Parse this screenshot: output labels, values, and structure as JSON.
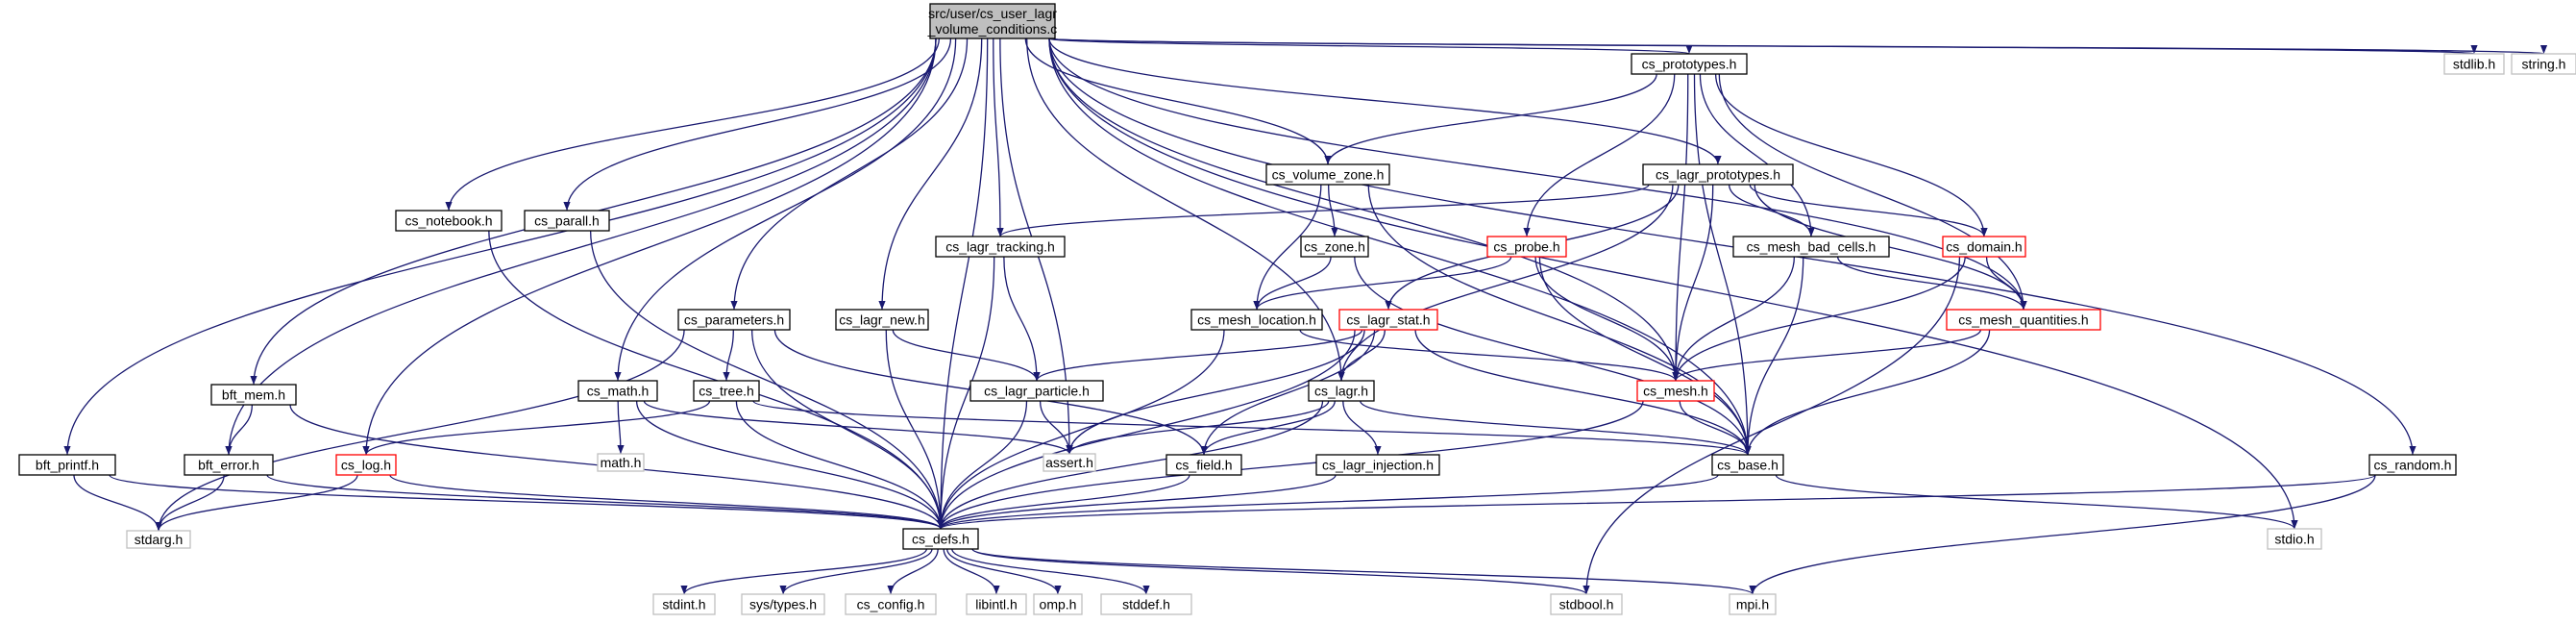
{
  "colors": {
    "edge": "#191970",
    "border_default": "#000000",
    "border_incomplete": "#ff0000",
    "border_system": "#bfbfbf",
    "root_fill": "#bfbfbf",
    "fill": "#ffffff",
    "text_system": "#7f7f7f"
  },
  "nodes": [
    {
      "id": "root",
      "label": [
        "src/user/cs_user_lagr",
        "_volume_conditions.c"
      ],
      "kind": "root"
    },
    {
      "id": "bft_printf",
      "label": [
        "bft_printf.h"
      ],
      "kind": "normal"
    },
    {
      "id": "bft_mem",
      "label": [
        "bft_mem.h"
      ],
      "kind": "normal"
    },
    {
      "id": "bft_error",
      "label": [
        "bft_error.h"
      ],
      "kind": "normal"
    },
    {
      "id": "cs_log",
      "label": [
        "cs_log.h"
      ],
      "kind": "incomplete"
    },
    {
      "id": "cs_notebook",
      "label": [
        "cs_notebook.h"
      ],
      "kind": "normal"
    },
    {
      "id": "cs_parall",
      "label": [
        "cs_parall.h"
      ],
      "kind": "normal"
    },
    {
      "id": "cs_parameters",
      "label": [
        "cs_parameters.h"
      ],
      "kind": "normal"
    },
    {
      "id": "cs_tree",
      "label": [
        "cs_tree.h"
      ],
      "kind": "normal"
    },
    {
      "id": "cs_math",
      "label": [
        "cs_math.h"
      ],
      "kind": "normal"
    },
    {
      "id": "math",
      "label": [
        "math.h"
      ],
      "kind": "system"
    },
    {
      "id": "cs_lagr_new",
      "label": [
        "cs_lagr_new.h"
      ],
      "kind": "normal"
    },
    {
      "id": "cs_lagr_tracking",
      "label": [
        "cs_lagr_tracking.h"
      ],
      "kind": "normal"
    },
    {
      "id": "cs_lagr_particle",
      "label": [
        "cs_lagr_particle.h"
      ],
      "kind": "normal"
    },
    {
      "id": "assert",
      "label": [
        "assert.h"
      ],
      "kind": "system"
    },
    {
      "id": "cs_volume_zone",
      "label": [
        "cs_volume_zone.h"
      ],
      "kind": "normal"
    },
    {
      "id": "cs_zone",
      "label": [
        "cs_zone.h"
      ],
      "kind": "normal"
    },
    {
      "id": "cs_mesh_location",
      "label": [
        "cs_mesh_location.h"
      ],
      "kind": "normal"
    },
    {
      "id": "cs_prototypes",
      "label": [
        "cs_prototypes.h"
      ],
      "kind": "normal"
    },
    {
      "id": "cs_lagr_prototypes",
      "label": [
        "cs_lagr_prototypes.h"
      ],
      "kind": "normal"
    },
    {
      "id": "cs_probe",
      "label": [
        "cs_probe.h"
      ],
      "kind": "incomplete"
    },
    {
      "id": "cs_lagr_stat",
      "label": [
        "cs_lagr_stat.h"
      ],
      "kind": "incomplete"
    },
    {
      "id": "cs_lagr",
      "label": [
        "cs_lagr.h"
      ],
      "kind": "normal"
    },
    {
      "id": "cs_field",
      "label": [
        "cs_field.h"
      ],
      "kind": "normal"
    },
    {
      "id": "cs_lagr_injection",
      "label": [
        "cs_lagr_injection.h"
      ],
      "kind": "normal"
    },
    {
      "id": "cs_mesh",
      "label": [
        "cs_mesh.h"
      ],
      "kind": "incomplete"
    },
    {
      "id": "cs_mesh_bad_cells",
      "label": [
        "cs_mesh_bad_cells.h"
      ],
      "kind": "normal"
    },
    {
      "id": "cs_domain",
      "label": [
        "cs_domain.h"
      ],
      "kind": "incomplete"
    },
    {
      "id": "cs_mesh_quantities",
      "label": [
        "cs_mesh_quantities.h"
      ],
      "kind": "incomplete"
    },
    {
      "id": "cs_base",
      "label": [
        "cs_base.h"
      ],
      "kind": "normal"
    },
    {
      "id": "cs_random",
      "label": [
        "cs_random.h"
      ],
      "kind": "normal"
    },
    {
      "id": "stdlib",
      "label": [
        "stdlib.h"
      ],
      "kind": "system"
    },
    {
      "id": "string",
      "label": [
        "string.h"
      ],
      "kind": "system"
    },
    {
      "id": "stdio",
      "label": [
        "stdio.h"
      ],
      "kind": "system"
    },
    {
      "id": "cs_defs",
      "label": [
        "cs_defs.h"
      ],
      "kind": "normal"
    },
    {
      "id": "stdarg",
      "label": [
        "stdarg.h"
      ],
      "kind": "system"
    },
    {
      "id": "stdint",
      "label": [
        "stdint.h"
      ],
      "kind": "system"
    },
    {
      "id": "sys_types",
      "label": [
        "sys/types.h"
      ],
      "kind": "system"
    },
    {
      "id": "cs_config",
      "label": [
        "cs_config.h"
      ],
      "kind": "system"
    },
    {
      "id": "libintl",
      "label": [
        "libintl.h"
      ],
      "kind": "system"
    },
    {
      "id": "omp",
      "label": [
        "omp.h"
      ],
      "kind": "system"
    },
    {
      "id": "stddef",
      "label": [
        "stddef.h"
      ],
      "kind": "system"
    },
    {
      "id": "stdbool",
      "label": [
        "stdbool.h"
      ],
      "kind": "system"
    },
    {
      "id": "mpi",
      "label": [
        "mpi.h"
      ],
      "kind": "system"
    }
  ],
  "edges": [
    [
      "root",
      "bft_printf"
    ],
    [
      "root",
      "bft_mem"
    ],
    [
      "root",
      "bft_error"
    ],
    [
      "root",
      "cs_log"
    ],
    [
      "root",
      "cs_notebook"
    ],
    [
      "root",
      "cs_parall"
    ],
    [
      "root",
      "cs_parameters"
    ],
    [
      "root",
      "cs_math"
    ],
    [
      "root",
      "cs_lagr_new"
    ],
    [
      "root",
      "cs_lagr_tracking"
    ],
    [
      "root",
      "assert"
    ],
    [
      "root",
      "cs_volume_zone"
    ],
    [
      "root",
      "cs_prototypes"
    ],
    [
      "root",
      "cs_lagr_prototypes"
    ],
    [
      "root",
      "cs_lagr"
    ],
    [
      "root",
      "cs_mesh"
    ],
    [
      "root",
      "cs_mesh_quantities"
    ],
    [
      "root",
      "cs_base"
    ],
    [
      "root",
      "cs_random"
    ],
    [
      "root",
      "stdlib"
    ],
    [
      "root",
      "string"
    ],
    [
      "root",
      "stdio"
    ],
    [
      "root",
      "cs_defs"
    ],
    [
      "bft_printf",
      "stdarg"
    ],
    [
      "bft_printf",
      "cs_defs"
    ],
    [
      "bft_mem",
      "bft_error"
    ],
    [
      "bft_mem",
      "cs_defs"
    ],
    [
      "bft_error",
      "stdarg"
    ],
    [
      "bft_error",
      "cs_defs"
    ],
    [
      "cs_log",
      "stdarg"
    ],
    [
      "cs_log",
      "cs_defs"
    ],
    [
      "cs_notebook",
      "cs_defs"
    ],
    [
      "cs_parall",
      "cs_defs"
    ],
    [
      "cs_parameters",
      "stdarg"
    ],
    [
      "cs_parameters",
      "cs_tree"
    ],
    [
      "cs_parameters",
      "cs_field"
    ],
    [
      "cs_parameters",
      "cs_defs"
    ],
    [
      "cs_tree",
      "cs_log"
    ],
    [
      "cs_tree",
      "cs_base"
    ],
    [
      "cs_tree",
      "cs_defs"
    ],
    [
      "cs_math",
      "math"
    ],
    [
      "cs_math",
      "assert"
    ],
    [
      "cs_math",
      "cs_defs"
    ],
    [
      "cs_lagr_new",
      "cs_lagr_particle"
    ],
    [
      "cs_lagr_new",
      "cs_defs"
    ],
    [
      "cs_lagr_tracking",
      "cs_lagr_particle"
    ],
    [
      "cs_lagr_tracking",
      "cs_defs"
    ],
    [
      "cs_lagr_particle",
      "assert"
    ],
    [
      "cs_lagr_particle",
      "cs_defs"
    ],
    [
      "cs_volume_zone",
      "cs_zone"
    ],
    [
      "cs_volume_zone",
      "cs_mesh_location"
    ],
    [
      "cs_volume_zone",
      "cs_base"
    ],
    [
      "cs_zone",
      "cs_mesh_location"
    ],
    [
      "cs_zone",
      "cs_base"
    ],
    [
      "cs_mesh_location",
      "cs_mesh"
    ],
    [
      "cs_mesh_location",
      "cs_defs"
    ],
    [
      "cs_prototypes",
      "cs_volume_zone"
    ],
    [
      "cs_prototypes",
      "cs_probe"
    ],
    [
      "cs_prototypes",
      "cs_mesh"
    ],
    [
      "cs_prototypes",
      "cs_mesh_bad_cells"
    ],
    [
      "cs_prototypes",
      "cs_domain"
    ],
    [
      "cs_prototypes",
      "cs_mesh_quantities"
    ],
    [
      "cs_prototypes",
      "cs_base"
    ],
    [
      "cs_lagr_prototypes",
      "cs_lagr_tracking"
    ],
    [
      "cs_lagr_prototypes",
      "cs_lagr_stat"
    ],
    [
      "cs_lagr_prototypes",
      "cs_lagr"
    ],
    [
      "cs_lagr_prototypes",
      "cs_mesh"
    ],
    [
      "cs_lagr_prototypes",
      "cs_mesh_bad_cells"
    ],
    [
      "cs_lagr_prototypes",
      "cs_domain"
    ],
    [
      "cs_lagr_prototypes",
      "cs_mesh_quantities"
    ],
    [
      "cs_probe",
      "cs_mesh_location"
    ],
    [
      "cs_probe",
      "cs_mesh"
    ],
    [
      "cs_probe",
      "cs_base"
    ],
    [
      "cs_lagr_stat",
      "cs_lagr_particle"
    ],
    [
      "cs_lagr_stat",
      "cs_lagr"
    ],
    [
      "cs_lagr_stat",
      "cs_field"
    ],
    [
      "cs_lagr_stat",
      "assert"
    ],
    [
      "cs_lagr_stat",
      "cs_base"
    ],
    [
      "cs_lagr_stat",
      "cs_defs"
    ],
    [
      "cs_lagr",
      "assert"
    ],
    [
      "cs_lagr",
      "cs_field"
    ],
    [
      "cs_lagr",
      "cs_lagr_injection"
    ],
    [
      "cs_lagr",
      "cs_base"
    ],
    [
      "cs_lagr",
      "cs_defs"
    ],
    [
      "cs_field",
      "cs_defs"
    ],
    [
      "cs_lagr_injection",
      "cs_defs"
    ],
    [
      "cs_mesh",
      "cs_base"
    ],
    [
      "cs_mesh",
      "cs_defs"
    ],
    [
      "cs_mesh_bad_cells",
      "cs_mesh"
    ],
    [
      "cs_mesh_bad_cells",
      "cs_mesh_quantities"
    ],
    [
      "cs_mesh_bad_cells",
      "cs_base"
    ],
    [
      "cs_domain",
      "cs_mesh"
    ],
    [
      "cs_domain",
      "cs_mesh_quantities"
    ],
    [
      "cs_domain",
      "stdbool"
    ],
    [
      "cs_mesh_quantities",
      "cs_mesh"
    ],
    [
      "cs_mesh_quantities",
      "cs_base"
    ],
    [
      "cs_base",
      "stdio"
    ],
    [
      "cs_base",
      "cs_defs"
    ],
    [
      "cs_random",
      "cs_defs"
    ],
    [
      "cs_random",
      "mpi"
    ],
    [
      "cs_defs",
      "stdint"
    ],
    [
      "cs_defs",
      "sys_types"
    ],
    [
      "cs_defs",
      "cs_config"
    ],
    [
      "cs_defs",
      "libintl"
    ],
    [
      "cs_defs",
      "omp"
    ],
    [
      "cs_defs",
      "stddef"
    ],
    [
      "cs_defs",
      "stdbool"
    ],
    [
      "cs_defs",
      "mpi"
    ]
  ]
}
